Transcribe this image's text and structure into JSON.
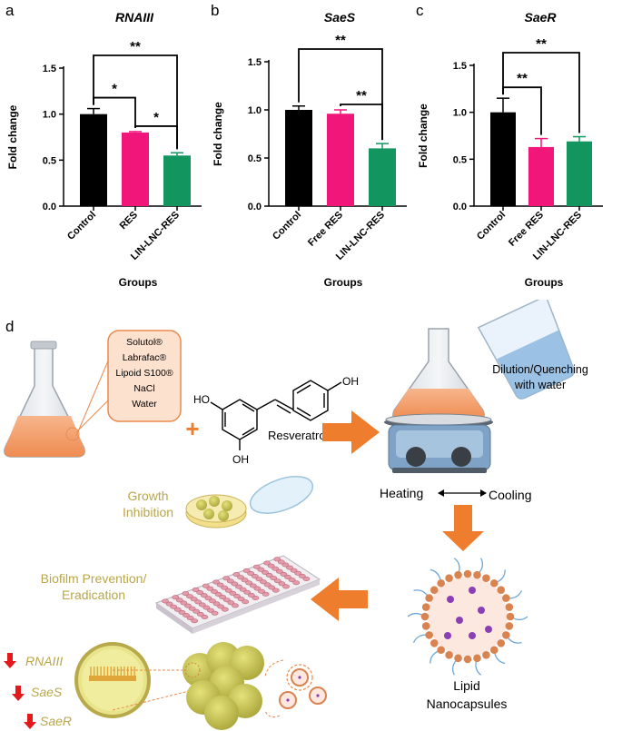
{
  "chart_data": [
    {
      "panel": "a",
      "type": "bar",
      "title": "RNAIII",
      "ylabel": "Fold change",
      "xlabel": "Groups",
      "categories": [
        "Control",
        "RES",
        "LIN-LNC-RES"
      ],
      "values": [
        1.0,
        0.8,
        0.55
      ],
      "errors": [
        0.06,
        0.01,
        0.03
      ],
      "colors": [
        "#000000",
        "#f0167a",
        "#12955f"
      ],
      "ylim": [
        0,
        1.5
      ],
      "yticks": [
        "0.0",
        "0.5",
        "1.0",
        "1.5"
      ],
      "significance": [
        {
          "from": 0,
          "to": 1,
          "label": "*"
        },
        {
          "from": 1,
          "to": 2,
          "label": "*"
        },
        {
          "from": 0,
          "to": 2,
          "label": "**"
        }
      ]
    },
    {
      "panel": "b",
      "type": "bar",
      "title": "SaeS",
      "ylabel": "Fold change",
      "xlabel": "Groups",
      "categories": [
        "Control",
        "Free RES",
        "LIN-LNC-RES"
      ],
      "values": [
        1.0,
        0.96,
        0.6
      ],
      "errors": [
        0.04,
        0.04,
        0.05
      ],
      "colors": [
        "#000000",
        "#f0167a",
        "#12955f"
      ],
      "ylim": [
        0,
        1.5
      ],
      "yticks": [
        "0.0",
        "0.5",
        "1.0",
        "1.5"
      ],
      "significance": [
        {
          "from": 1,
          "to": 2,
          "label": "**"
        },
        {
          "from": 0,
          "to": 2,
          "label": "**"
        }
      ]
    },
    {
      "panel": "c",
      "type": "bar",
      "title": "SaeR",
      "ylabel": "Fold change",
      "xlabel": "Groups",
      "categories": [
        "Control",
        "Free RES",
        "LIN-LNC-RES"
      ],
      "values": [
        1.0,
        0.63,
        0.69
      ],
      "errors": [
        0.15,
        0.09,
        0.05
      ],
      "colors": [
        "#000000",
        "#f0167a",
        "#12955f"
      ],
      "ylim": [
        0,
        1.5
      ],
      "yticks": [
        "0.0",
        "0.5",
        "1.0",
        "1.5"
      ],
      "significance": [
        {
          "from": 0,
          "to": 1,
          "label": "**"
        },
        {
          "from": 0,
          "to": 2,
          "label": "**"
        }
      ]
    }
  ],
  "schematic": {
    "panel_label": "d",
    "ingredients": [
      "Solutol®",
      "Labrafac®",
      "Lipoid S100®",
      "NaCl",
      "Water"
    ],
    "plus": "+",
    "drug_name": "Resveratrol",
    "oh_labels": [
      "OH",
      "HO",
      "OH"
    ],
    "dilution_label": [
      "Dilution/Quenching",
      "with water"
    ],
    "heating": "Heating",
    "cooling": "Cooling",
    "growth_inhibition": [
      "Growth",
      "Inhibition"
    ],
    "biofilm": [
      "Biofilm Prevention/",
      "Eradication"
    ],
    "lipid_nanocapsules": [
      "Lipid",
      "Nanocapsules"
    ],
    "genes": [
      "RNAIII",
      "SaeS",
      "SaeR"
    ],
    "colors": {
      "arrow": "#ee7d2d",
      "text_gold": "#b9a64a",
      "down_arrow": "#e31a1c",
      "capsule_fill": "#fde8df",
      "capsule_shell": "#d98450",
      "dots": "#8b3fb5",
      "tails": "#6fa7d6",
      "bacteria": "#c6c34f"
    }
  }
}
